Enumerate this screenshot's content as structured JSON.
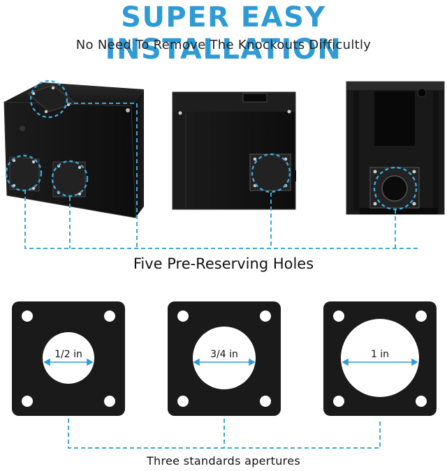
{
  "header": {
    "title": "SUPER EASY INSTALLATION",
    "subtitle": "No Need To Remove The Knockouts Difficultly"
  },
  "section_top": {
    "label": "Five Pre-Reserving Holes"
  },
  "section_bottom": {
    "label": "Three standards apertures"
  },
  "plates": [
    {
      "size": "1/2 in"
    },
    {
      "size": "3/4 in"
    },
    {
      "size": "1 in"
    }
  ],
  "colors": {
    "accent": "#2E9BD6",
    "dashed": "#3EA8D6",
    "box": "#111111",
    "plate": "#1a1a1a"
  }
}
